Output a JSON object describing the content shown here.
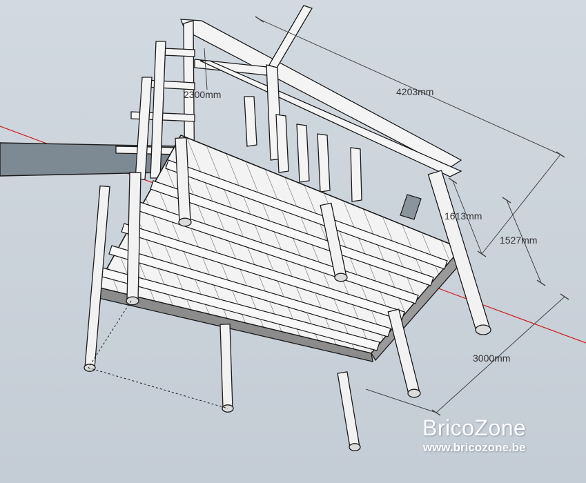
{
  "dimensions": {
    "d_2300": "2300mm",
    "d_4203": "4203mm",
    "d_1613": "1613mm",
    "d_1527": "1527mm",
    "d_3000": "3000mm"
  },
  "watermark": {
    "logo": "BricoZone",
    "url": "www.bricozone.be"
  },
  "colors": {
    "background": "#c9d2db",
    "wood": "#f4f4f4",
    "wood_shadow": "#8c8c8c",
    "outline": "#1a1a1a",
    "axis_red": "#d21e1e",
    "gray_beam": "#7e8a93",
    "dimension": "#444444"
  }
}
